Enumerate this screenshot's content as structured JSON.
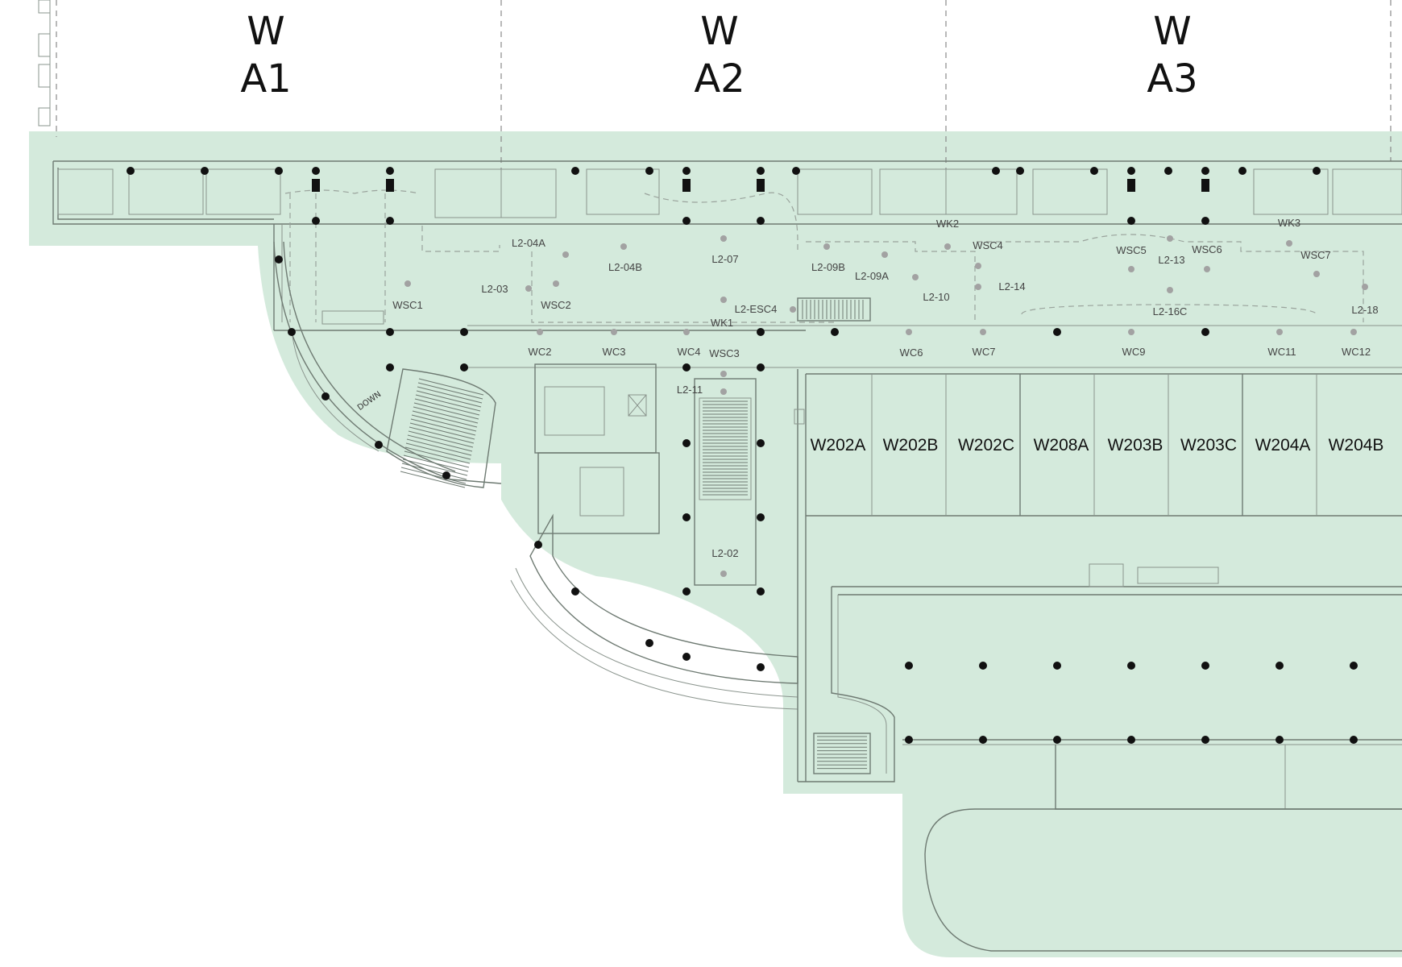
{
  "colors": {
    "floor_fill": "#d4eadc",
    "wall_stroke": "#6e7a72",
    "column": "#111111",
    "marker": "#a2a2a2",
    "text": "#111111",
    "background": "#ffffff"
  },
  "halls": [
    {
      "letter": "W",
      "number": "A1"
    },
    {
      "letter": "W",
      "number": "A2"
    },
    {
      "letter": "W",
      "number": "A3"
    }
  ],
  "rooms": [
    "W202A",
    "W202B",
    "W202C",
    "W208A",
    "W203B",
    "W203C",
    "W204A",
    "W204B"
  ],
  "markers": [
    "L2-04A",
    "L2-04B",
    "L2-07",
    "L2-09B",
    "L2-09A",
    "L2-10",
    "L2-03",
    "L2-ESC4",
    "WSC1",
    "WSC2",
    "WK1",
    "WK2",
    "WSC4",
    "L2-14",
    "WSC5",
    "L2-13",
    "WSC6",
    "WK3",
    "WSC7",
    "L2-16C",
    "L2-18",
    "WC2",
    "WC3",
    "WC4",
    "WSC3",
    "WC6",
    "WC7",
    "WC9",
    "WC11",
    "WC12",
    "L2-11",
    "L2-02"
  ],
  "stair_label": "DOWN",
  "icons": [
    "elevator-icon",
    "escalator-icon",
    "stairs-icon"
  ]
}
